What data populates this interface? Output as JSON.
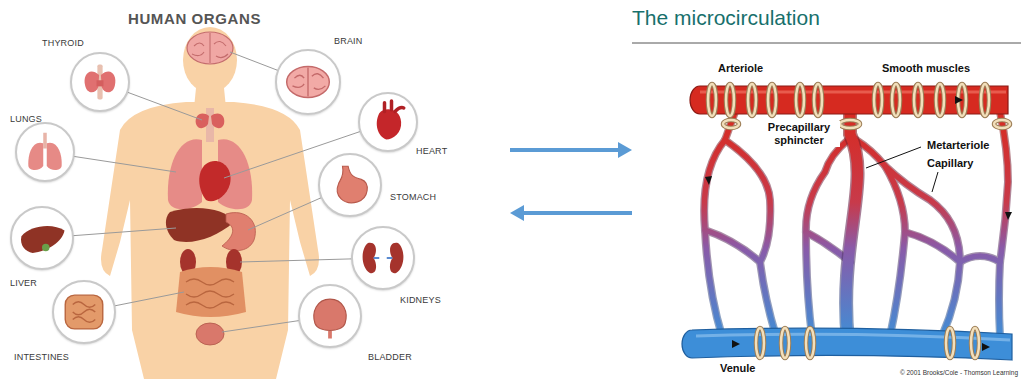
{
  "diagram": {
    "nodes": [
      {
        "text": [
          "HUMAN ORGANS"
        ]
      },
      {
        "text": [
          "THYROID"
        ],
        "in": 0
      },
      {
        "text": [
          "BRAIN"
        ],
        "in": 0
      },
      {
        "text": [
          "LUNGS"
        ],
        "in": 0
      },
      {
        "text": [
          "HEART"
        ],
        "in": 0
      },
      {
        "text": [
          "STOMACH"
        ],
        "in": 0
      },
      {
        "text": [
          "LIVER"
        ],
        "in": 0
      },
      {
        "text": [
          "KIDNEYS"
        ],
        "in": 0
      },
      {
        "text": [
          "INTESTINES"
        ],
        "in": 0
      },
      {
        "text": [
          "BLADDER"
        ],
        "in": 0
      },
      {
        "text": [
          "The microcirculation"
        ]
      }
    ],
    "edges": [
      {
        "from": 0,
        "to": 10,
        "arrow": "to"
      },
      {
        "from": 10,
        "to": 0,
        "arrow": "to"
      }
    ],
    "labels": [
      "Arteriole",
      "Smooth muscles",
      "Precapillary sphincter",
      "Metarteriole",
      "Capillary",
      "Venule",
      "© 2001 Brooks/Cole - Thomson Learning"
    ]
  }
}
